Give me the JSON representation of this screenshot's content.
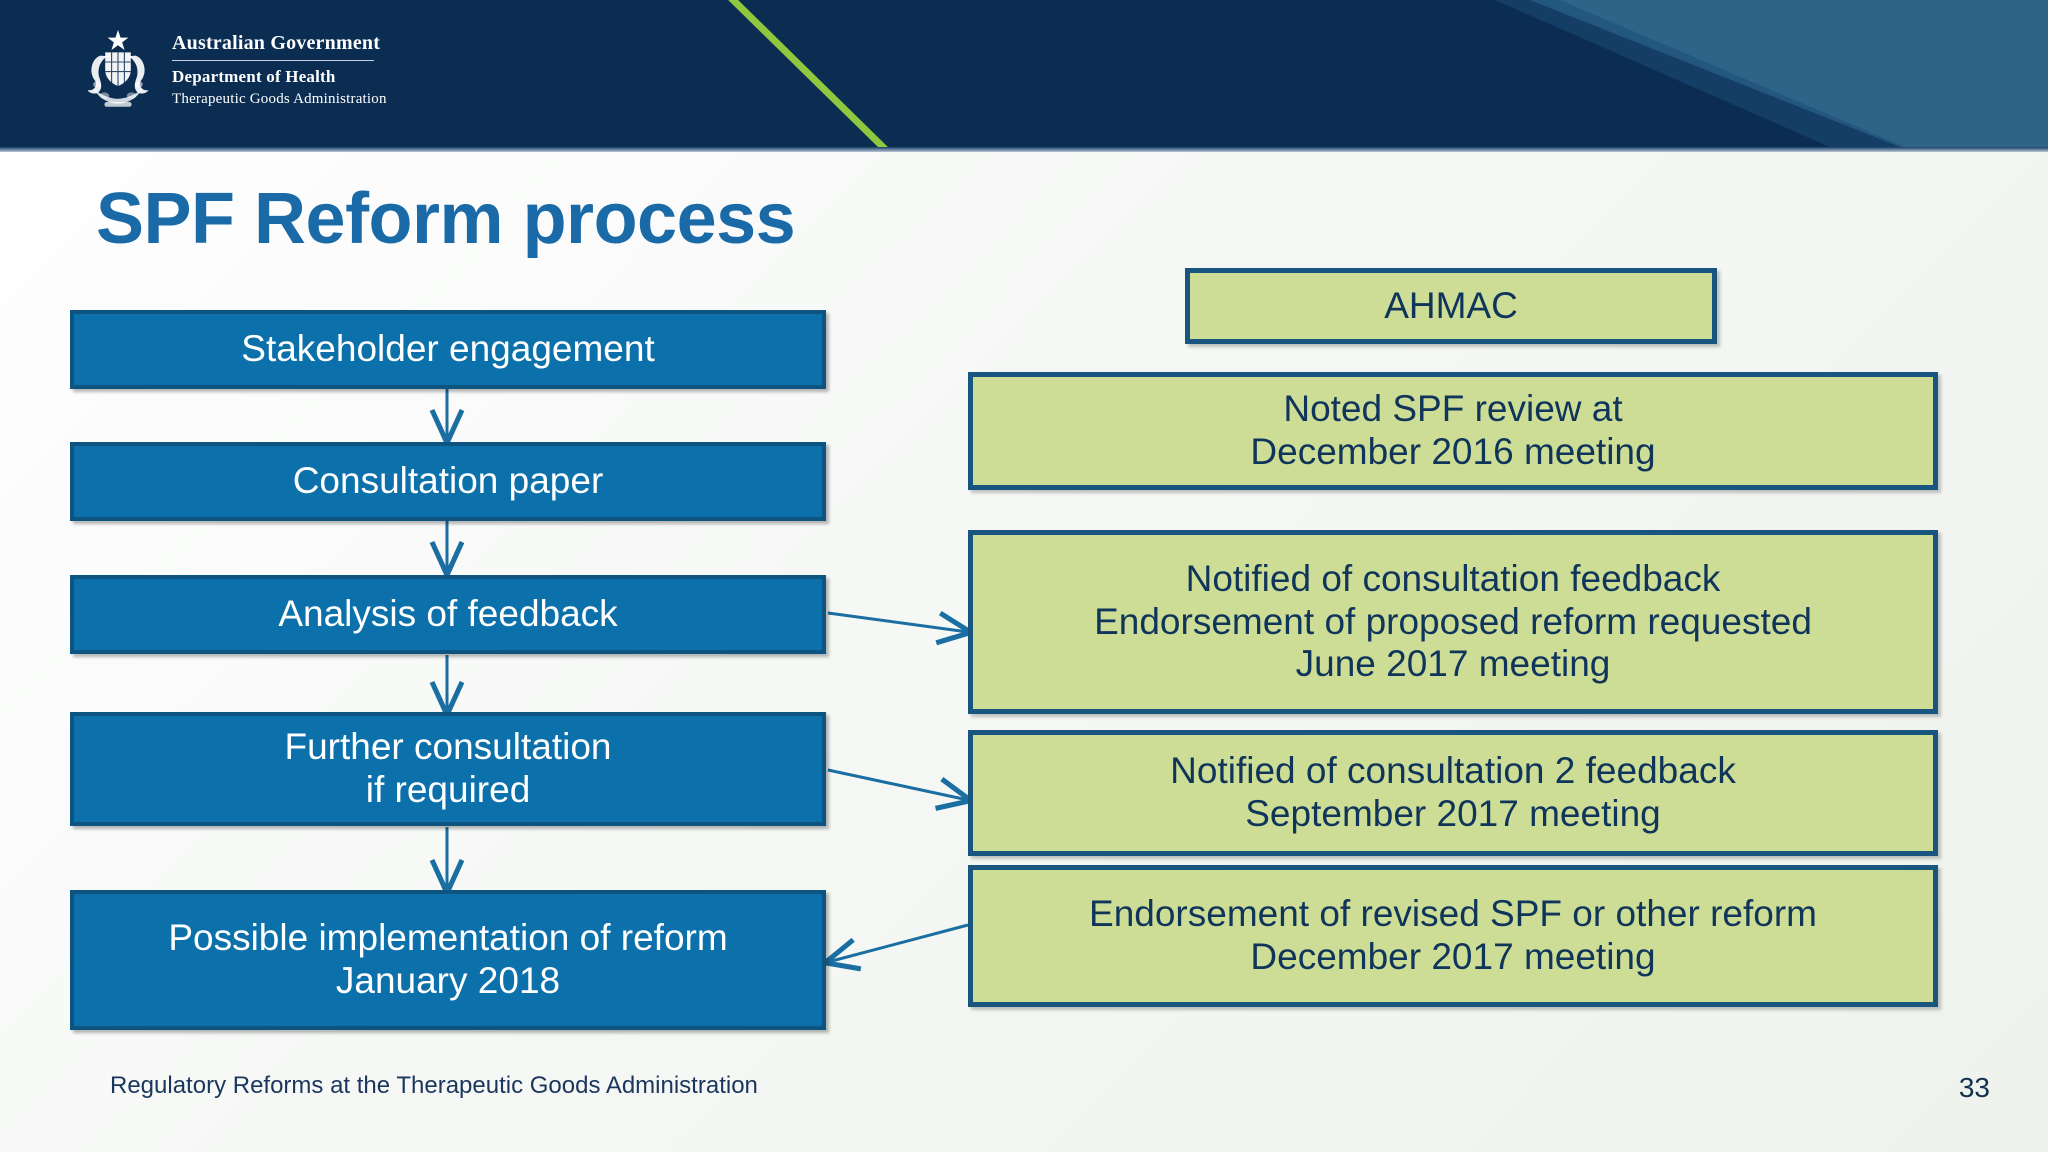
{
  "header": {
    "org_line1": "Australian Government",
    "org_line2": "Department of Health",
    "org_line3": "Therapeutic Goods Administration",
    "crest_icon": "australian-coat-of-arms",
    "bg_color": "#0b2d52",
    "accent_color": "#8fc73e",
    "panel_color": "#2e6487"
  },
  "title": "SPF Reform process",
  "theme": {
    "title_color": "#1a6aa8",
    "blue_box_fill": "#0c71ab",
    "blue_box_border": "#0d5480",
    "green_box_fill": "#cedd96",
    "green_box_border": "#18567f",
    "green_box_text": "#10355a",
    "connector_color": "#1b6ea2"
  },
  "process_steps": [
    {
      "id": "stakeholder-engagement",
      "lines": [
        "Stakeholder engagement"
      ]
    },
    {
      "id": "consultation-paper",
      "lines": [
        "Consultation paper"
      ]
    },
    {
      "id": "analysis-of-feedback",
      "lines": [
        "Analysis of feedback"
      ]
    },
    {
      "id": "further-consultation",
      "lines": [
        "Further consultation",
        "if required"
      ]
    },
    {
      "id": "possible-implementation",
      "lines": [
        "Possible implementation of reform",
        "January 2018"
      ]
    }
  ],
  "ahmac_items": [
    {
      "id": "ahmac-heading",
      "lines": [
        "AHMAC"
      ]
    },
    {
      "id": "noted-spf-review",
      "lines": [
        "Noted SPF review at",
        "December 2016 meeting"
      ]
    },
    {
      "id": "notified-consultation-feedback",
      "lines": [
        "Notified of consultation feedback",
        "Endorsement of proposed reform requested",
        "June 2017 meeting"
      ]
    },
    {
      "id": "notified-consultation-2-feedback",
      "lines": [
        "Notified of consultation 2 feedback",
        "September 2017 meeting"
      ]
    },
    {
      "id": "endorsement-revised-spf",
      "lines": [
        "Endorsement of revised SPF or other reform",
        "December 2017 meeting"
      ]
    }
  ],
  "footer": {
    "text": "Regulatory Reforms at the Therapeutic Goods Administration",
    "page_number": "33"
  }
}
